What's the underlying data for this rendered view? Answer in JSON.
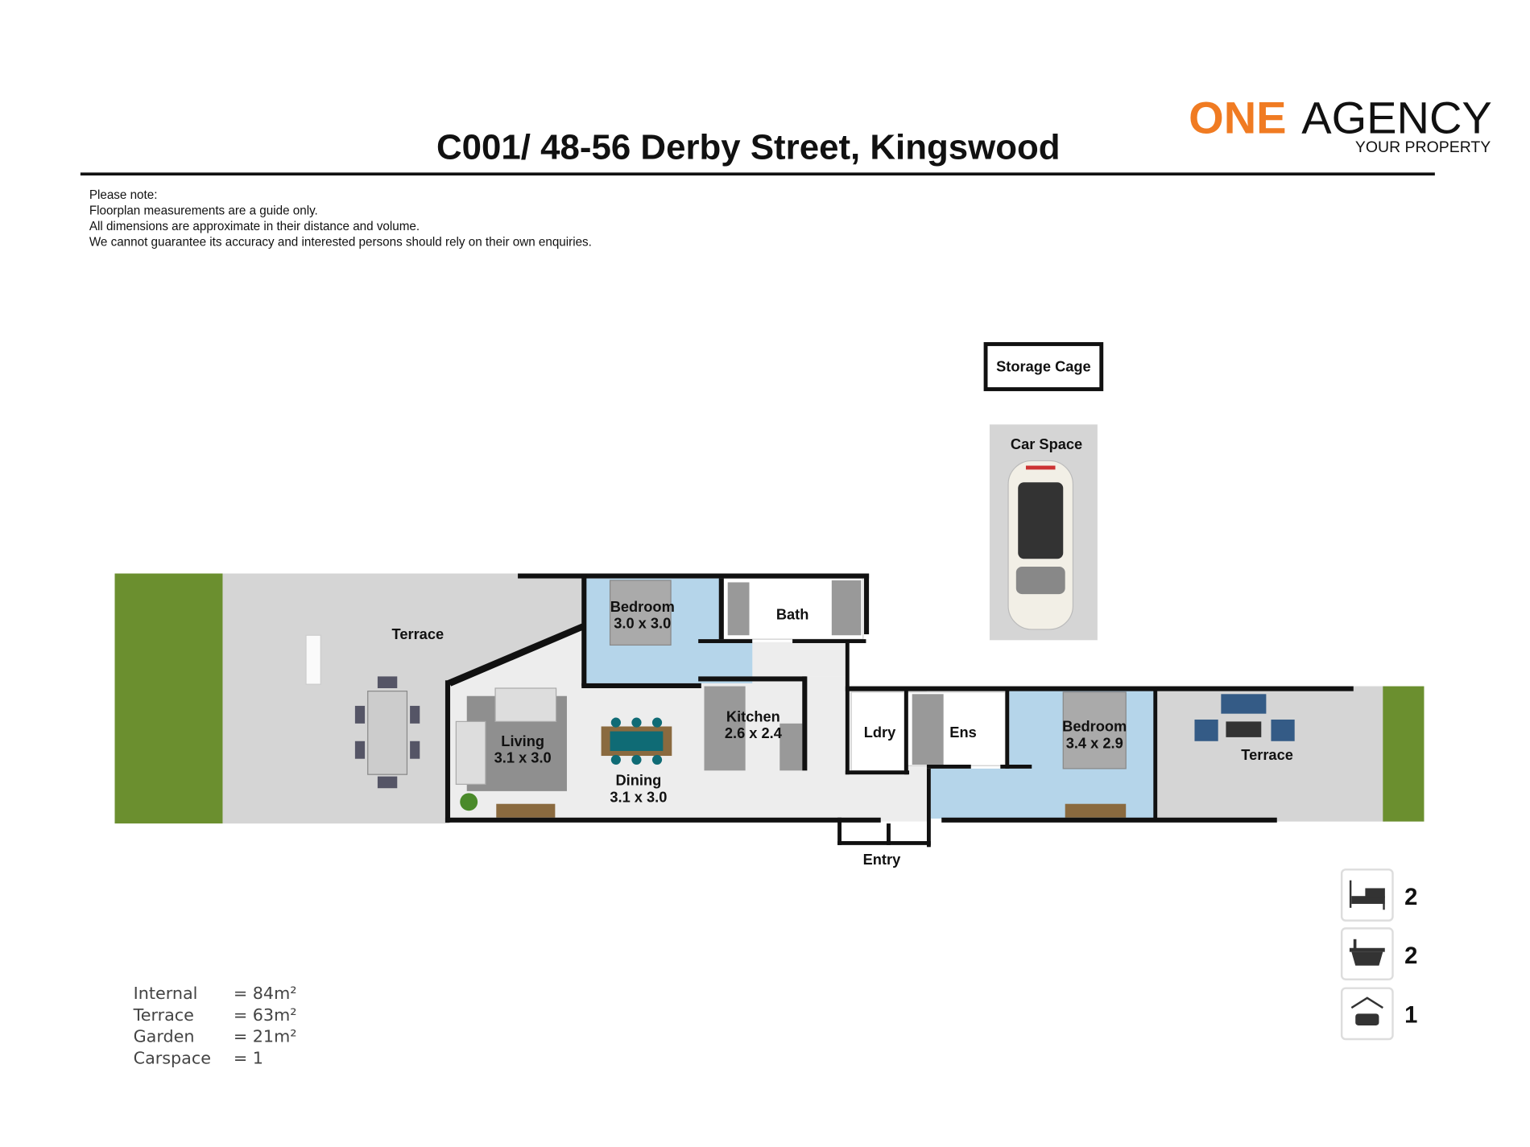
{
  "header": {
    "title": "C001/ 48-56 Derby Street, Kingswood",
    "logo": {
      "one": "ONE",
      "agency": "AGENCY",
      "tagline": "YOUR PROPERTY",
      "brand_color": "#f07b22"
    }
  },
  "notes": [
    "Please note:",
    "Floorplan measurements are a guide only.",
    "All dimensions are approximate in their distance and volume.",
    "We cannot guarantee its accuracy and interested persons should rely on their own enquiries."
  ],
  "rooms": {
    "storage": "Storage Cage",
    "car_space": "Car Space",
    "terrace_left": "Terrace",
    "bedroom1": {
      "name": "Bedroom",
      "size": "3.0 x 3.0"
    },
    "bath": "Bath",
    "living": {
      "name": "Living",
      "size": "3.1 x 3.0"
    },
    "dining": {
      "name": "Dining",
      "size": "3.1 x 3.0"
    },
    "kitchen": {
      "name": "Kitchen",
      "size": "2.6 x 2.4"
    },
    "laundry": "Ldry",
    "ensuite": "Ens",
    "bedroom2": {
      "name": "Bedroom",
      "size": "3.4 x 2.9"
    },
    "terrace_right": "Terrace",
    "entry": "Entry"
  },
  "areas": [
    {
      "label": "Internal",
      "value": "= 84m²"
    },
    {
      "label": "Terrace",
      "value": "= 63m²"
    },
    {
      "label": "Garden",
      "value": "= 21m²"
    },
    {
      "label": "Carspace",
      "value": "= 1"
    }
  ],
  "features": [
    {
      "icon": "bed-icon",
      "count": "2"
    },
    {
      "icon": "bath-icon",
      "count": "2"
    },
    {
      "icon": "garage-icon",
      "count": "1"
    }
  ],
  "colors": {
    "garden": "#6b8f2f",
    "terrace": "#d5d5d5",
    "bedroom": "#b5d5ea",
    "floor": "#ededed",
    "wall": "#111111"
  }
}
